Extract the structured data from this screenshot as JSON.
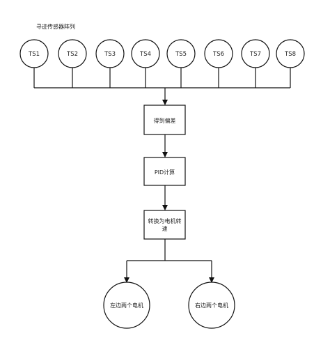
{
  "diagram": {
    "title": "寻迹传感器阵列",
    "sensors": [
      "TS1",
      "TS2",
      "TS3",
      "TS4",
      "TS5",
      "TS6",
      "TS7",
      "TS8"
    ],
    "steps": [
      "得到偏差",
      "PID计算",
      "转换为电机转速"
    ],
    "step_lines": [
      [
        "得到偏差"
      ],
      [
        "PID计算"
      ],
      [
        "转换为电机转",
        "速"
      ]
    ],
    "outputs": [
      "左边两个电机",
      "右边两个电机"
    ]
  }
}
